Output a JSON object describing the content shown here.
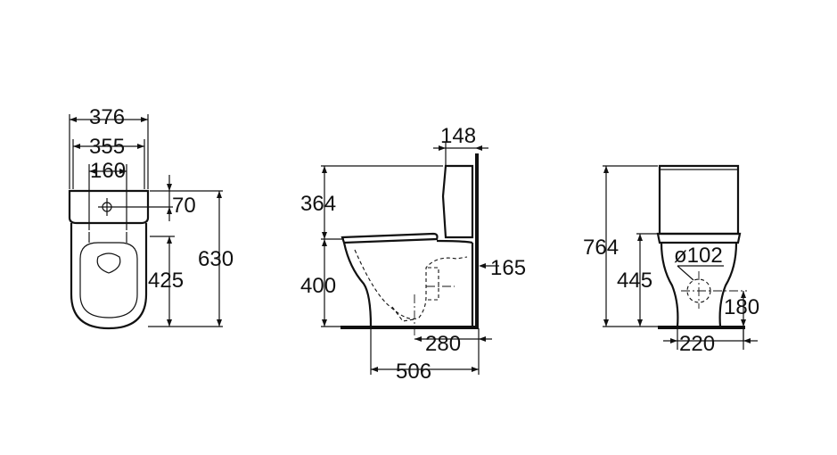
{
  "top_view": {
    "width_overall": "376",
    "width_tank": "355",
    "fixing_spacing": "160",
    "inlet_offset": "70",
    "fixing_to_front": "425",
    "length_overall": "630"
  },
  "side_view": {
    "cistern_depth": "148",
    "cistern_height": "364",
    "seat_height": "400",
    "outlet_height": "165",
    "outlet_to_wall": "280",
    "projection": "506"
  },
  "rear_view": {
    "total_height": "764",
    "bowl_height": "445",
    "outlet_diameter": "ø102",
    "outlet_center_height": "180",
    "base_width": "220"
  }
}
